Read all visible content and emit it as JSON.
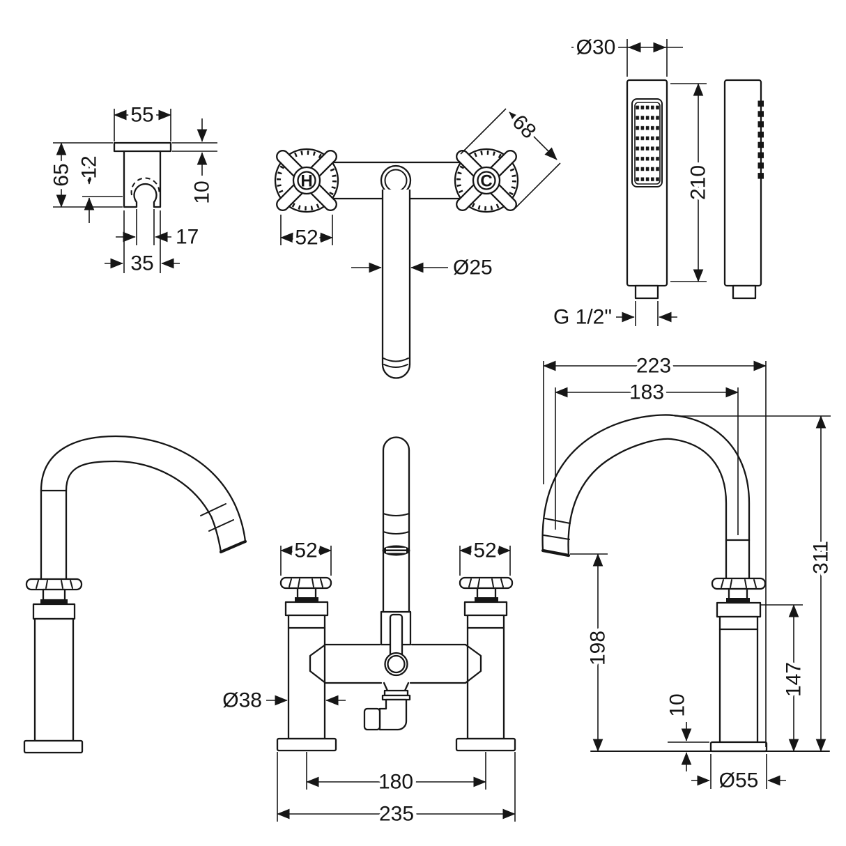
{
  "drawing": {
    "product": "bath shower mixer technical drawing",
    "views": {
      "bracket": {
        "width": "55",
        "height": "65",
        "hook_offset": "12",
        "plate_thickness": "10",
        "slot_width": "17",
        "body_width": "35"
      },
      "plan": {
        "hot_marker": "H",
        "cold_marker": "C",
        "handle_width": "52",
        "handle_diagonal": "68",
        "spout_diameter": "Ø25"
      },
      "handset": {
        "head_diameter": "Ø30",
        "length": "210",
        "connection_thread": "G 1/2\""
      },
      "front": {
        "left_handle_width": "52",
        "right_handle_width": "52",
        "pillar_diameter": "Ø38",
        "tap_centres": "180",
        "overall_width": "235"
      },
      "side": {
        "overall_projection": "223",
        "spout_projection": "183",
        "spout_outlet_height": "198",
        "body_height": "147",
        "overall_height": "311",
        "base_thickness": "10",
        "base_diameter": "Ø55"
      }
    }
  }
}
